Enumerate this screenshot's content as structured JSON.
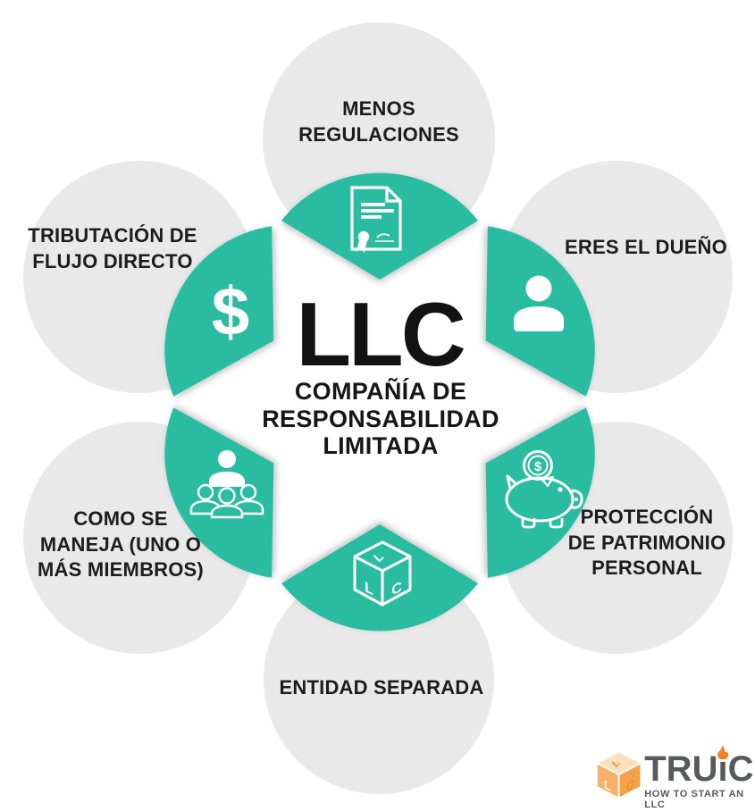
{
  "title_block": {
    "title": "LLC",
    "subtitle_lines": [
      "COMPAÑÍA DE",
      "RESPONSABILIDAD",
      "LIMITADA"
    ]
  },
  "segments": [
    {
      "icon": "certificate-icon",
      "label_lines": [
        "MENOS",
        "REGULACIONES"
      ]
    },
    {
      "icon": "person-icon",
      "label_lines": [
        "ERES EL DUEÑO"
      ]
    },
    {
      "icon": "piggy-bank-icon",
      "label_lines": [
        "PROTECCIÓN",
        "DE PATRIMONIO",
        "PERSONAL"
      ]
    },
    {
      "icon": "llc-cube-icon",
      "label_lines": [
        "ENTIDAD SEPARADA"
      ]
    },
    {
      "icon": "people-group-icon",
      "label_lines": [
        "COMO SE",
        "MANEJA (UNO O",
        "MÁS MIEMBROS)"
      ]
    },
    {
      "icon": "dollar-sign-icon",
      "label_lines": [
        "TRIBUTACIÓN DE",
        "FLUJO DIRECTO"
      ]
    }
  ],
  "icon_text": {
    "dollar": "$",
    "coin_symbol": "$",
    "cube_letters": [
      "L",
      "L",
      "C"
    ]
  },
  "logo": {
    "brand": "TRUiC",
    "tagline": "HOW TO START AN LLC",
    "cube_letters": [
      "L",
      "L",
      "C"
    ]
  },
  "colors": {
    "teal": "#2cbca1",
    "circle_gray": "#e9e9e9",
    "text_black": "#1d1d1d",
    "icon_white": "#ffffff",
    "logo_gray": "#58595b",
    "logo_orange": "#f5a149",
    "flame_orange": "#f58220"
  }
}
